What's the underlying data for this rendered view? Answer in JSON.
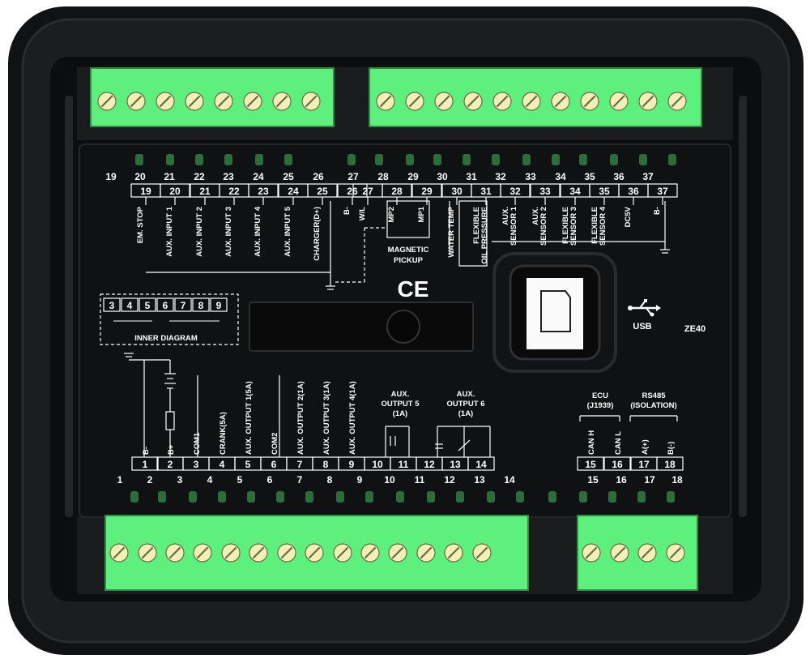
{
  "device": {
    "model": "ZE40",
    "ce_mark": "CE",
    "usb_label": "USB",
    "inner_diagram_label": "INNER DIAGRAM",
    "inner_diagram_numbers": [
      "3",
      "4",
      "5",
      "6",
      "7",
      "8",
      "9"
    ],
    "magnetic_pickup_line1": "MAGNETIC",
    "magnetic_pickup_line2": "PICKUP",
    "aux_output5_lines": [
      "AUX.",
      "OUTPUT 5",
      "(1A)"
    ],
    "aux_output6_lines": [
      "AUX.",
      "OUTPUT 6",
      "(1A)"
    ],
    "ecu_lines": [
      "ECU",
      "(J1939)"
    ],
    "rs485_lines": [
      "RS485",
      "(ISOLATION)"
    ]
  },
  "top_terminals": {
    "outer_numbers": [
      "19",
      "20",
      "21",
      "22",
      "23",
      "24",
      "25",
      "26",
      "27",
      "28",
      "29",
      "30",
      "31",
      "32",
      "33",
      "34",
      "35",
      "36",
      "37"
    ],
    "box_numbers": [
      "19",
      "20",
      "21",
      "22",
      "23",
      "24",
      "25",
      "26",
      "27",
      "28",
      "29",
      "30",
      "31",
      "32",
      "33",
      "34",
      "35",
      "36",
      "37"
    ],
    "labels": [
      "EM. STOP",
      "AUX. INPUT 1",
      "AUX. INPUT 2",
      "AUX. INPUT 3",
      "AUX. INPUT 4",
      "AUX. INPUT 5",
      "CHARGER(D+)",
      "B-",
      "W/L",
      "MP2",
      "MP1",
      "WATER TEMP",
      "FLEXIBLE OIL PRESSURE",
      "AUX. SENSOR 1",
      "AUX. SENSOR 2",
      "FLEXIBLE SENSOR 3",
      "FLEXIBLE SENSOR 4",
      "DC5V",
      "B-"
    ]
  },
  "bottom_terminals": {
    "outer_numbers": [
      "1",
      "2",
      "3",
      "4",
      "5",
      "6",
      "7",
      "8",
      "9",
      "10",
      "11",
      "12",
      "13",
      "14",
      "15",
      "16",
      "17",
      "18"
    ],
    "box_numbers": [
      "1",
      "2",
      "3",
      "4",
      "5",
      "6",
      "7",
      "8",
      "9",
      "10",
      "11",
      "12",
      "13",
      "14",
      "15",
      "16",
      "17",
      "18"
    ],
    "labels": [
      "B-",
      "B+",
      "COM1",
      "CRANK(5A)",
      "AUX. OUTPUT 1(5A)",
      "COM2",
      "AUX. OUTPUT 2(1A)",
      "AUX. OUTPUT 3(1A)",
      "AUX. OUTPUT 4(1A)",
      "",
      "",
      "",
      "",
      "",
      "CAN H",
      "CAN L",
      "A(+)",
      "B(-)"
    ]
  },
  "colors": {
    "case": "#161718",
    "panel": "#0f1011",
    "terminal_green": "#5df07d",
    "screw": "#f3efb7"
  }
}
